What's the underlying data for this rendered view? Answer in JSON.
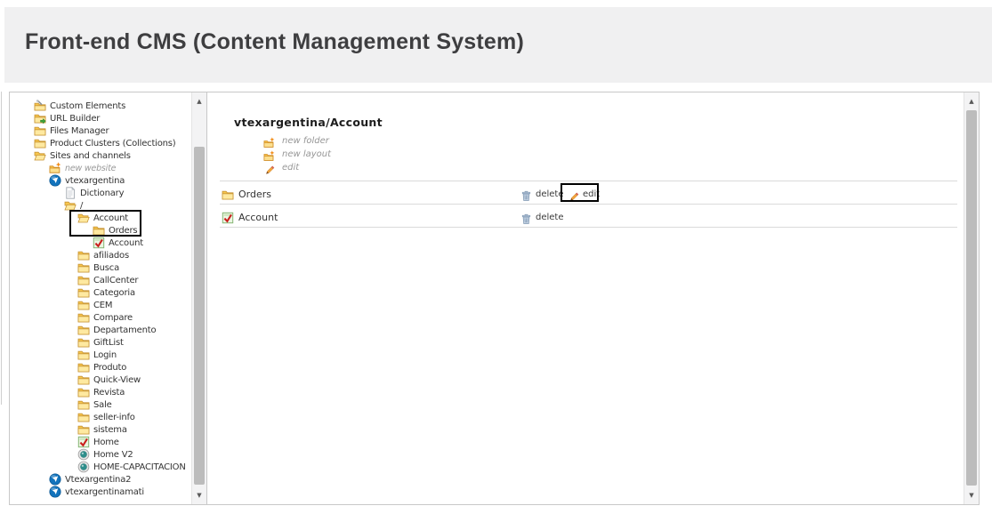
{
  "header": {
    "title": "Front-end CMS (Content Management System)"
  },
  "sidebar": {
    "items": [
      {
        "label": "Custom Elements",
        "icon": "folder-wrench",
        "level": 0
      },
      {
        "label": "URL Builder",
        "icon": "folder-link",
        "level": 0
      },
      {
        "label": "Files Manager",
        "icon": "folder",
        "level": 0
      },
      {
        "label": "Product Clusters (Collections)",
        "icon": "folder",
        "level": 0
      },
      {
        "label": "Sites and channels",
        "icon": "folder-open",
        "level": 0
      },
      {
        "label": "new website",
        "icon": "new-action",
        "level": 1,
        "action": true
      },
      {
        "label": "vtexargentina",
        "icon": "site",
        "level": 1
      },
      {
        "label": "Dictionary",
        "icon": "document",
        "level": 2
      },
      {
        "label": "/",
        "icon": "folder-open",
        "level": 2
      },
      {
        "label": "Account",
        "icon": "folder-open",
        "level": 3,
        "boxed": true
      },
      {
        "label": "Orders",
        "icon": "folder",
        "level": 4,
        "boxed": true
      },
      {
        "label": "Account",
        "icon": "layout-active",
        "level": 4
      },
      {
        "label": "afiliados",
        "icon": "folder",
        "level": 3
      },
      {
        "label": "Busca",
        "icon": "folder",
        "level": 3
      },
      {
        "label": "CallCenter",
        "icon": "folder",
        "level": 3
      },
      {
        "label": "Categoria",
        "icon": "folder",
        "level": 3
      },
      {
        "label": "CEM",
        "icon": "folder",
        "level": 3
      },
      {
        "label": "Compare",
        "icon": "folder",
        "level": 3
      },
      {
        "label": "Departamento",
        "icon": "folder",
        "level": 3
      },
      {
        "label": "GiftList",
        "icon": "folder",
        "level": 3
      },
      {
        "label": "Login",
        "icon": "folder",
        "level": 3
      },
      {
        "label": "Produto",
        "icon": "folder",
        "level": 3
      },
      {
        "label": "Quick-View",
        "icon": "folder",
        "level": 3
      },
      {
        "label": "Revista",
        "icon": "folder",
        "level": 3
      },
      {
        "label": "Sale",
        "icon": "folder",
        "level": 3
      },
      {
        "label": "seller-info",
        "icon": "folder",
        "level": 3
      },
      {
        "label": "sistema",
        "icon": "folder",
        "level": 3
      },
      {
        "label": "Home",
        "icon": "layout-active",
        "level": 3
      },
      {
        "label": "Home V2",
        "icon": "layout-alt",
        "level": 3
      },
      {
        "label": "HOME-CAPACITACION",
        "icon": "layout-alt",
        "level": 3
      },
      {
        "label": "Vtexargentina2",
        "icon": "site",
        "level": 1
      },
      {
        "label": "vtexargentinamati",
        "icon": "site",
        "level": 1
      }
    ]
  },
  "main": {
    "title": "vtexargentina/Account",
    "actions": [
      {
        "label": "new folder",
        "icon": "new-action"
      },
      {
        "label": "new layout",
        "icon": "new-action"
      },
      {
        "label": "edit",
        "icon": "pencil"
      }
    ],
    "rows": [
      {
        "label": "Orders",
        "icon": "folder",
        "actions": [
          {
            "label": "delete",
            "icon": "trash"
          },
          {
            "label": "edit",
            "icon": "pencil",
            "boxed": true
          }
        ]
      },
      {
        "label": "Account",
        "icon": "layout-active",
        "actions": [
          {
            "label": "delete",
            "icon": "trash"
          }
        ]
      }
    ]
  },
  "colors": {
    "header_bg": "#f0f0f1",
    "folder_yellow": "#f8c64c",
    "annotation": "#000000",
    "link_gray": "#979797",
    "trash_blue": "#8099b3",
    "pencil_orange": "#f2a33c"
  }
}
